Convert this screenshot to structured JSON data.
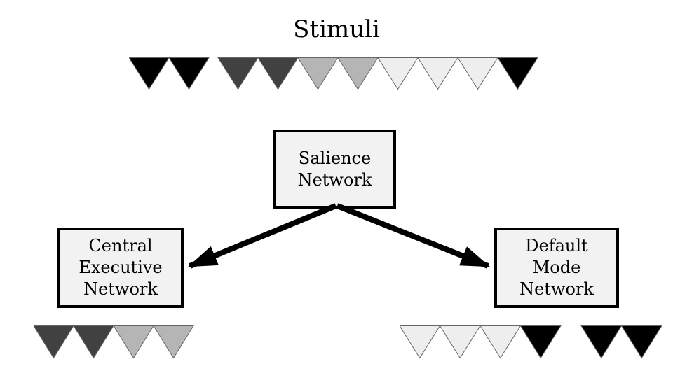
{
  "title": "Stimuli",
  "palette": {
    "black": "#000000",
    "dark_gray": "#414141",
    "medium_gray": "#b5b5b5",
    "light_gray": "#eeeeee",
    "node_fill": "#f2f2f2",
    "node_border": "#000000",
    "triangle_stroke": "#666666",
    "arrow_color": "#000000",
    "text_color": "#000000",
    "background": "#ffffff"
  },
  "nodes": {
    "salience": {
      "label": "Salience\nNetwork"
    },
    "cen": {
      "label": "Central\nExecutive\nNetwork"
    },
    "dmn": {
      "label": "Default\nMode\nNetwork"
    }
  },
  "edges": [
    {
      "from": "Salience Network",
      "to": "Central Executive Network"
    },
    {
      "from": "Salience Network",
      "to": "Default Mode Network"
    }
  ],
  "triangle_rows": {
    "stimuli": {
      "items": [
        "black",
        "black",
        "gap",
        "dark_gray",
        "dark_gray",
        "medium_gray",
        "medium_gray",
        "light_gray",
        "light_gray",
        "light_gray",
        "black"
      ]
    },
    "cen_output": {
      "items": [
        "dark_gray",
        "dark_gray",
        "medium_gray",
        "medium_gray"
      ]
    },
    "dmn_output": {
      "items": [
        "light_gray",
        "light_gray",
        "light_gray",
        "black",
        "gap",
        "black",
        "black"
      ]
    }
  }
}
